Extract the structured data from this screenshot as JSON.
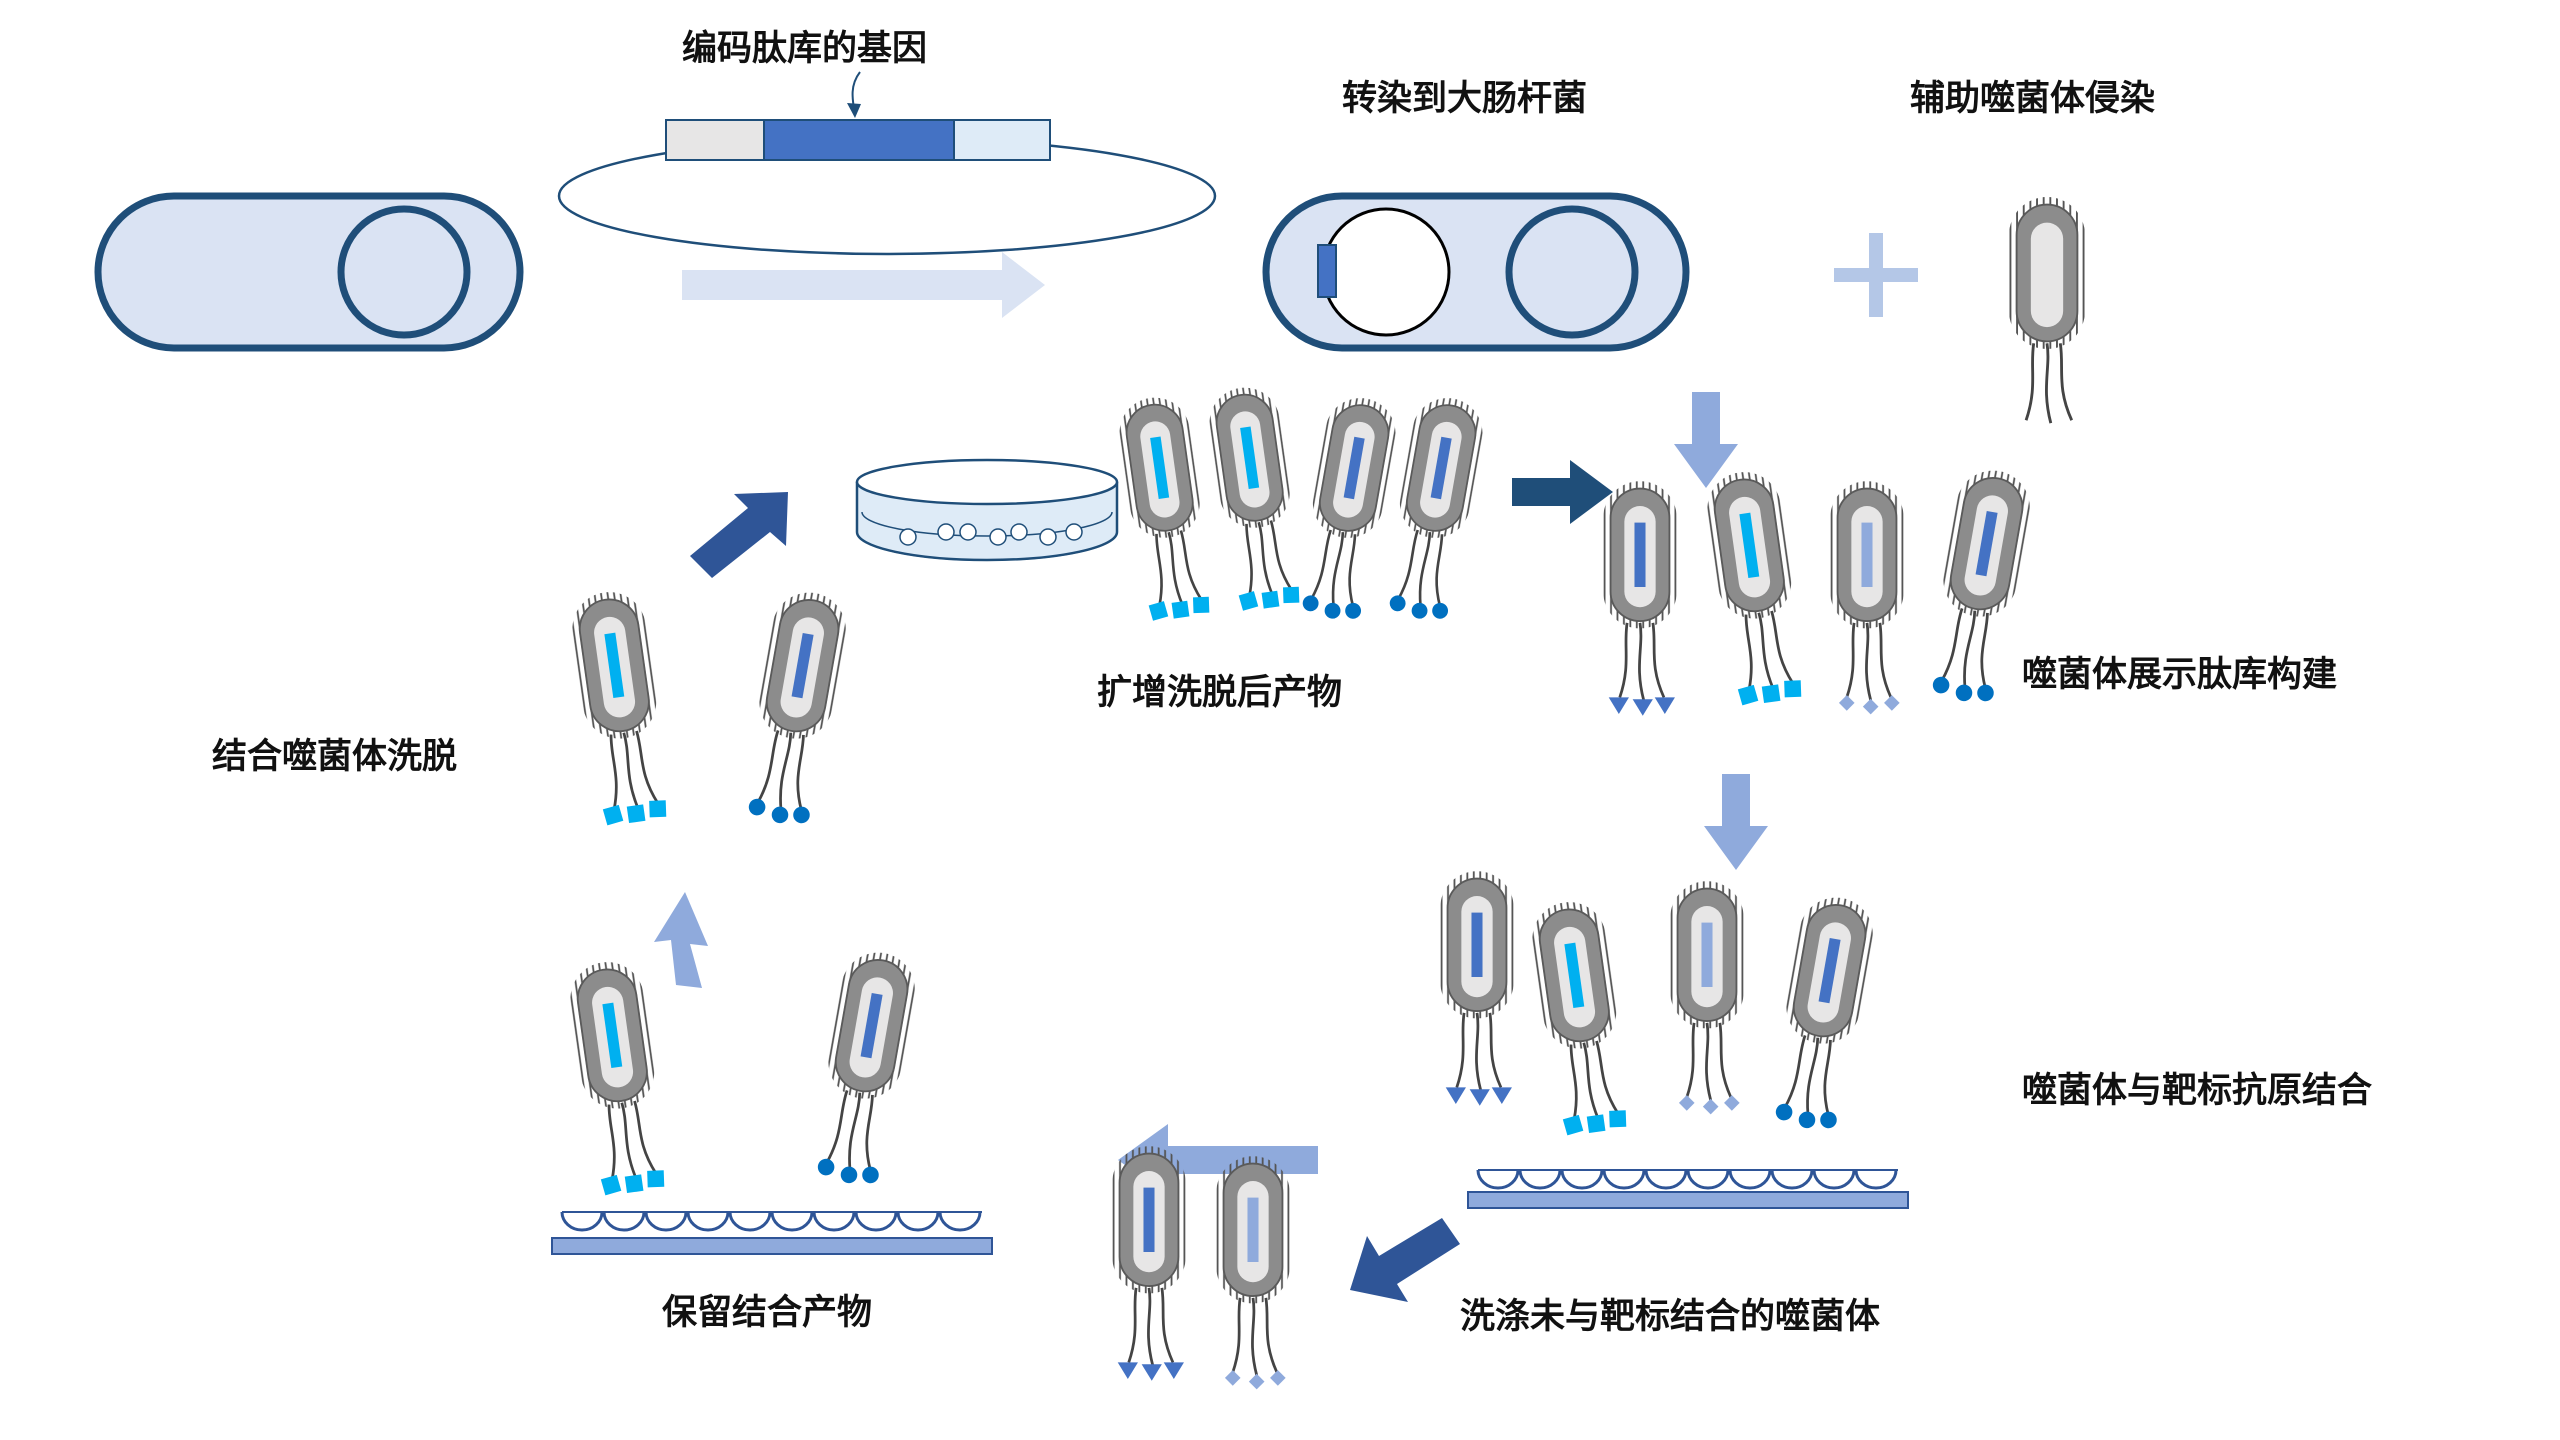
{
  "labels": {
    "gene": "编码肽库的基因",
    "transfect": "转染到大肠杆菌",
    "helper": "辅助噬菌体侵染",
    "library": "噬菌体展示肽库构建",
    "bind_target": "噬菌体与靶标抗原结合",
    "wash": "洗涤未与靶标结合的噬菌体",
    "retain": "保留结合产物",
    "elute": "结合噬菌体洗脱",
    "amplify": "扩增洗脱后产物"
  },
  "colors": {
    "outline": "#1f4e79",
    "cell_fill": "#dae3f3",
    "gene_blue": "#4472c4",
    "light_arrow": "#8faadc",
    "dark_arrow": "#2f5597",
    "teal_arrow": "#1f4e79",
    "phage_gray": "#8c8c8c",
    "cyan": "#00b0f0",
    "circle_blue": "#0070c0",
    "tri_blue": "#4472c4",
    "diamond_blue": "#8faadc"
  },
  "icons": [
    "bacterium-icon",
    "plasmid-icon",
    "phage-icon",
    "petri-dish-icon",
    "plus-icon",
    "arrow-icon",
    "receptor-plate-icon"
  ]
}
